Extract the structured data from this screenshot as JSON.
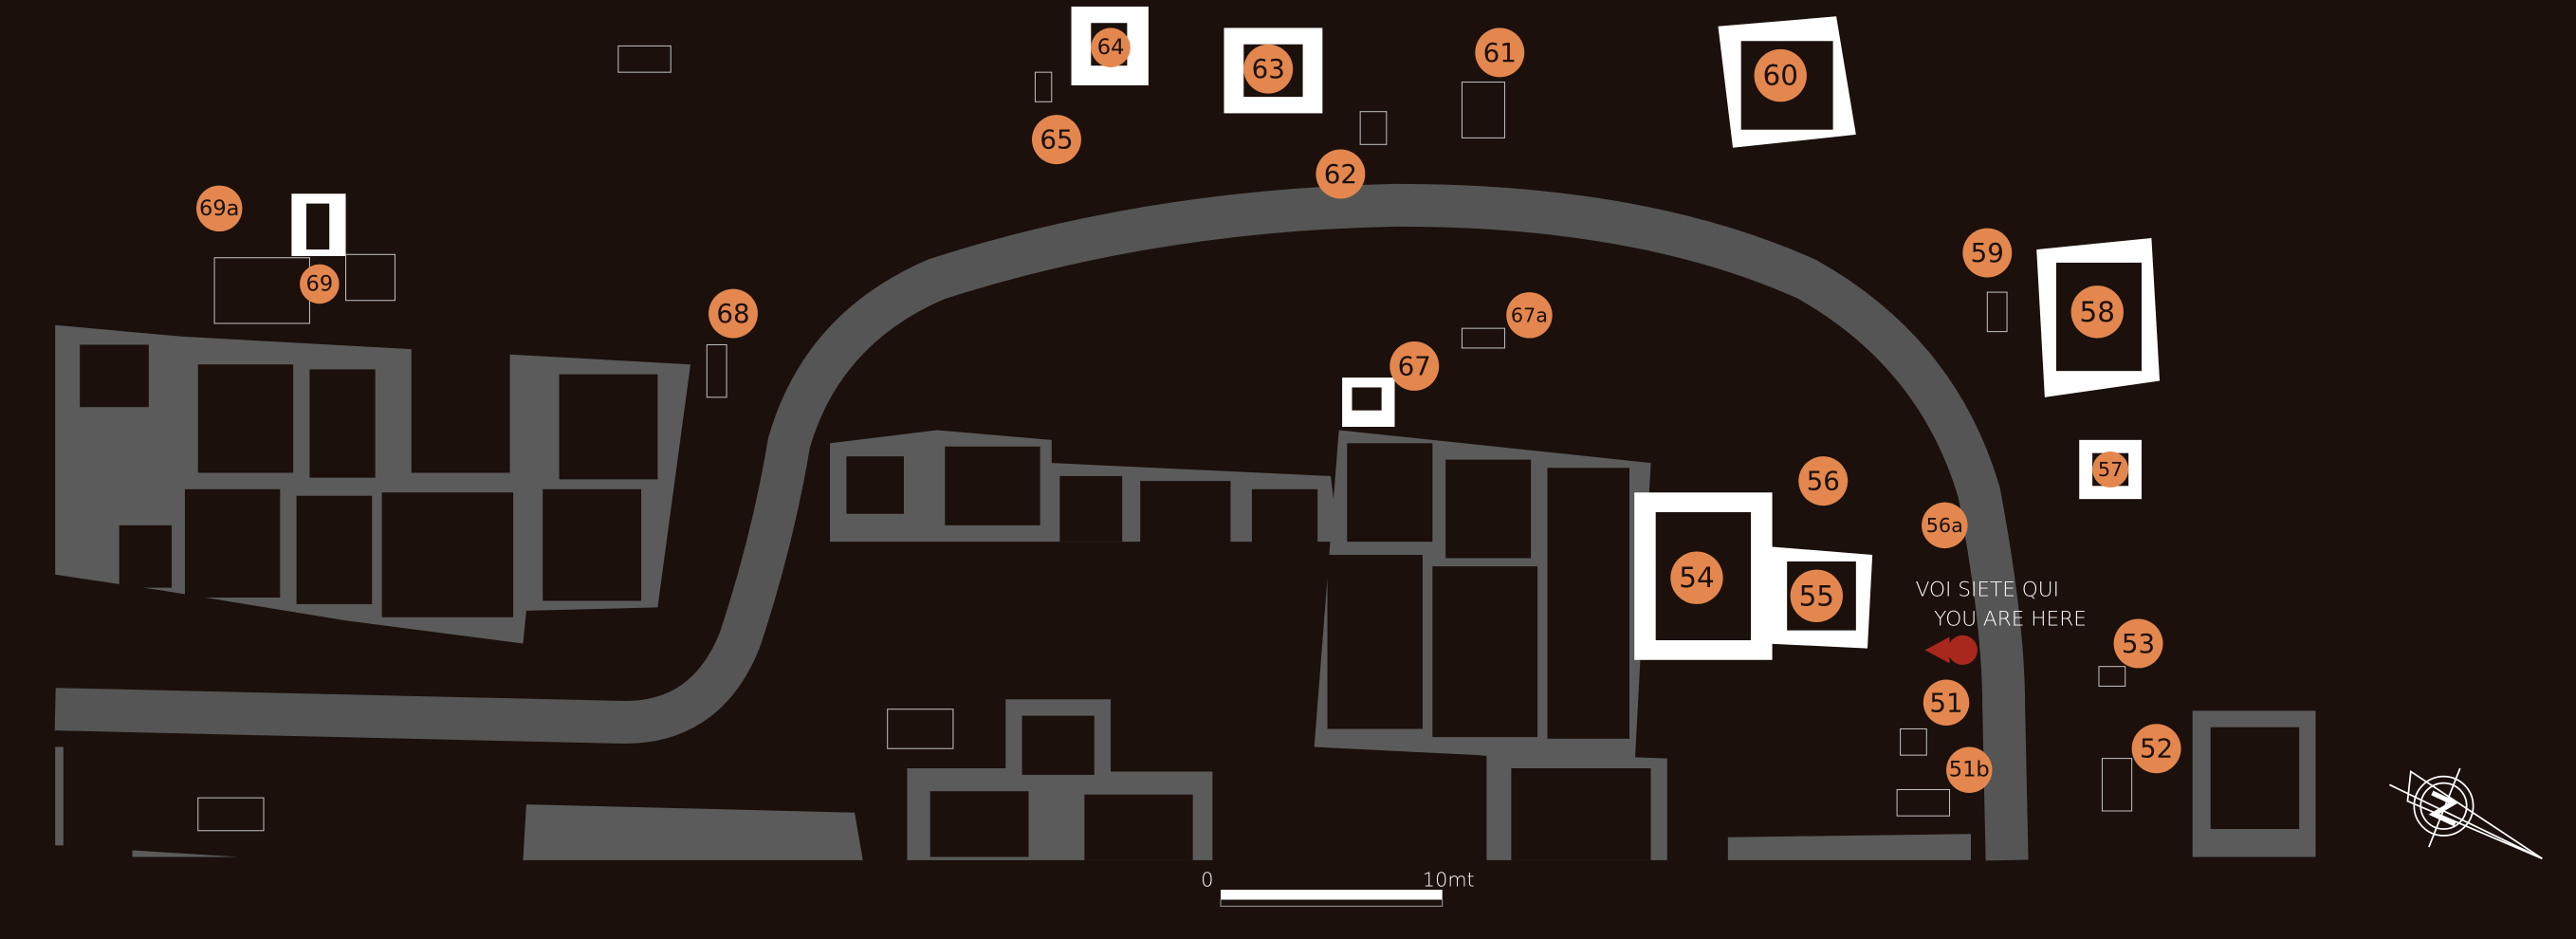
{
  "map": {
    "colors": {
      "background": "#1b100c",
      "road": "#555555",
      "building": "#5b5b5b",
      "marker": "#e3874e",
      "pin": "#a8281e"
    },
    "markers": [
      {
        "id": "69a"
      },
      {
        "id": "69"
      },
      {
        "id": "68"
      },
      {
        "id": "65"
      },
      {
        "id": "64"
      },
      {
        "id": "63"
      },
      {
        "id": "62"
      },
      {
        "id": "61"
      },
      {
        "id": "60"
      },
      {
        "id": "67"
      },
      {
        "id": "67a"
      },
      {
        "id": "59"
      },
      {
        "id": "58"
      },
      {
        "id": "57"
      },
      {
        "id": "56"
      },
      {
        "id": "56a"
      },
      {
        "id": "54"
      },
      {
        "id": "55"
      },
      {
        "id": "53"
      },
      {
        "id": "51"
      },
      {
        "id": "51b"
      },
      {
        "id": "52"
      }
    ],
    "you_are_here": {
      "line1": "VOI SIETE QUI",
      "line2": "YOU ARE HERE",
      "icon": "location-pin-icon"
    },
    "scale_bar": {
      "start_label": "0",
      "end_label": "10mt"
    },
    "compass": {
      "icon": "north-arrow-icon",
      "letter": "N"
    }
  }
}
